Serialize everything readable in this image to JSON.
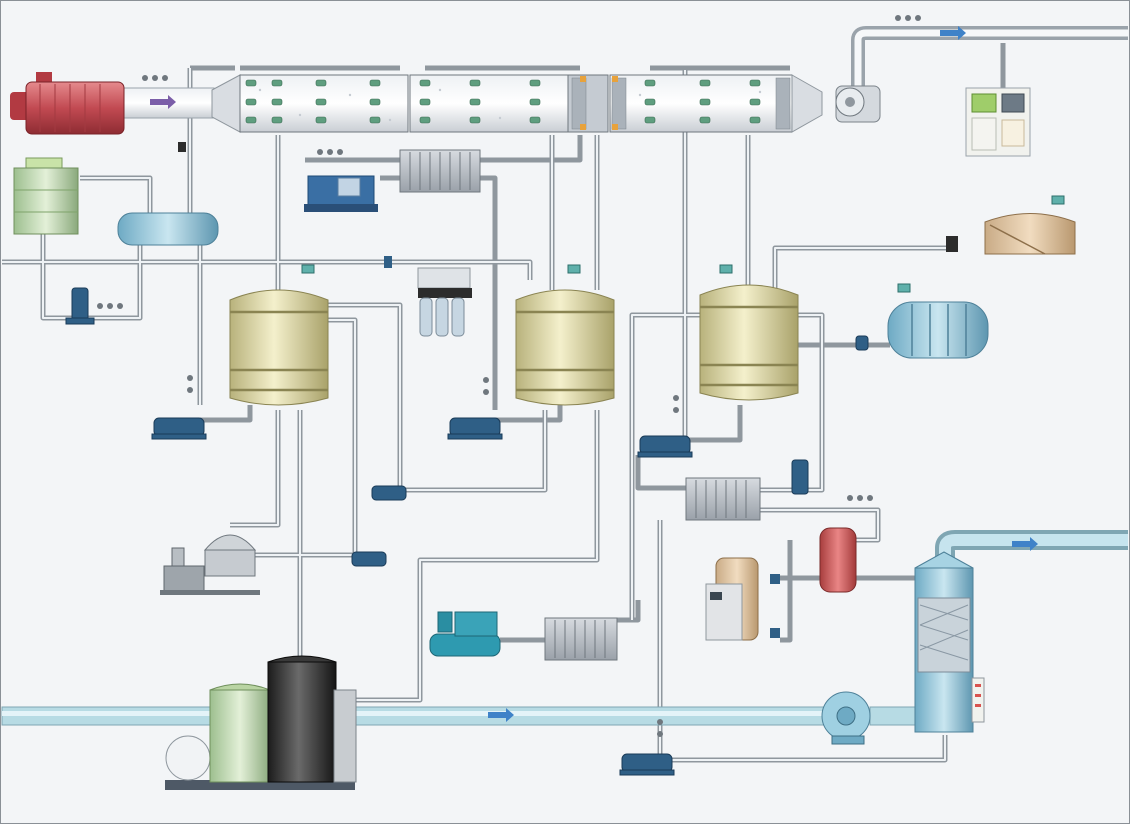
{
  "diagram": {
    "type": "industrial-process-flow-scada",
    "labels": [],
    "flow_arrows": [
      "flow-arrow-inlet",
      "flow-arrow-exhaust",
      "flow-arrow-scrubber-out",
      "flow-arrow-bottom-main"
    ],
    "equipment": {
      "heaters": 1,
      "chamber_modules": 3,
      "exhaust_fan": 1,
      "control_panel": 1,
      "process_tanks": 3,
      "heat_exchangers": 4,
      "pumps": 9,
      "water_chiller": 1,
      "air_compressor": 1,
      "centrifuge": 1,
      "scrubber_tower": 1,
      "centrifugal_blower": 1
    }
  },
  "colors": {
    "background": "#f3f5f7",
    "pipe_main": "#b7dbe4",
    "pipe_small": "#d9dfe4",
    "tank_body": "#e4e0b0",
    "heater": "#c0545a",
    "pump": "#2f5f86",
    "scrubber": "#8ec5da",
    "arrow": "#3f82c8",
    "arrow_inlet": "#7b5ea8"
  }
}
